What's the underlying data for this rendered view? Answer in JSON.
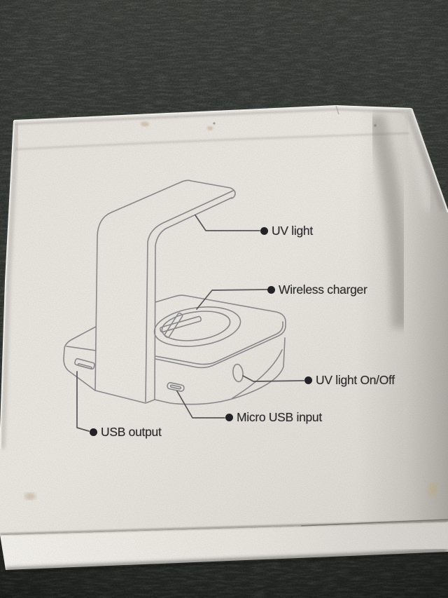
{
  "photo": {
    "background_color": "#3a3e3a",
    "box_color": "#e9e6e1"
  },
  "diagram": {
    "line_color": "#84848a",
    "leader_color": "#515156",
    "bullet_color": "#232327",
    "label_color": "#2b2b2f",
    "labels": [
      {
        "id": "uv-light",
        "text": "UV light"
      },
      {
        "id": "wireless-charger",
        "text": "Wireless charger"
      },
      {
        "id": "uv-light-on-off",
        "text": "UV light On/Off"
      },
      {
        "id": "micro-usb-input",
        "text": "Micro USB input"
      },
      {
        "id": "usb-output",
        "text": "USB output"
      }
    ]
  }
}
